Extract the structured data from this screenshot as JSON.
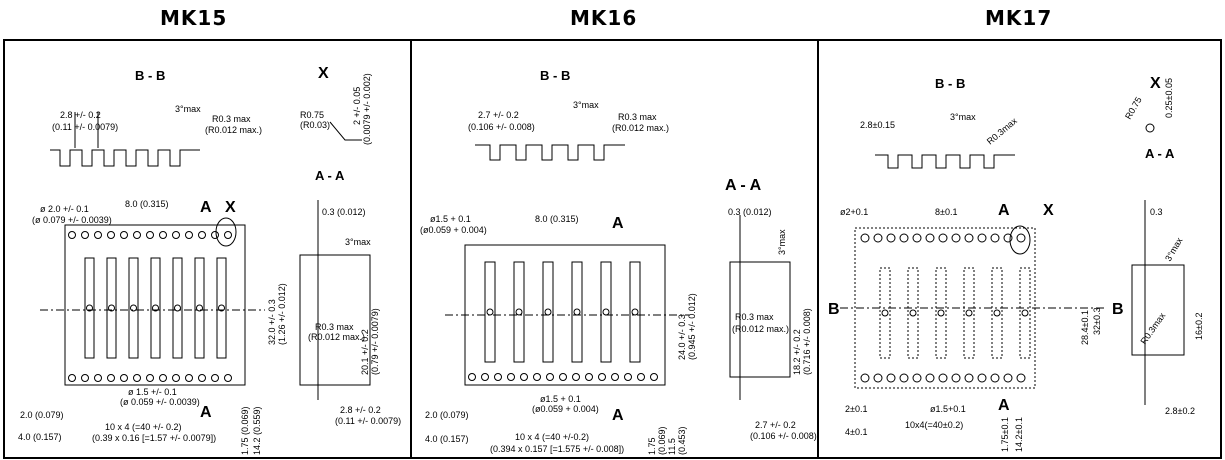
{
  "panels": [
    {
      "title": "MK15",
      "section_bb": "B - B",
      "section_aa": "A - A",
      "detail_x": "X",
      "mark_a": "A",
      "labels": {
        "pitch_small": "2.8 +/- 0.2",
        "pitch_small_in": "(0.11 +/- 0.0079)",
        "angle": "3°max",
        "radius": "R0.3 max",
        "radius_in": "(R0.012 max.)",
        "r075": "R0.75",
        "r075_in": "(R0.03)",
        "x_thk": "2 +/- 0.05",
        "x_thk_in": "(0.0079 +/- 0.002)",
        "hole_d": "ø 2.0 +/- 0.1",
        "hole_d_in": "(ø 0.079 +/- 0.0039)",
        "pitch8": "8.0 (0.315)",
        "thk": "0.3 (0.012)",
        "angle2": "3°max",
        "width": "32.0 +/- 0.3",
        "width_in": "(1.26 +/- 0.012)",
        "inner": "20.1 +/- 0.2",
        "inner_in": "(0.79 +/- 0.0079)",
        "rad2": "R0.3 max",
        "rad2_in": "(R0.012 max.)",
        "hole2": "ø 1.5 +/- 0.1",
        "hole2_in": "(ø 0.059 +/- 0.0039)",
        "edge": "2.0 (0.079)",
        "sprocket": "4.0 (0.157)",
        "cum": "10 x 4 (=40 +/- 0.2)",
        "cum_in": "(0.39 x 0.16 [=1.57 +/- 0.0079])",
        "d175": "1.75 (0.069)",
        "d142": "14.2 (0.559)",
        "depth": "2.8 +/- 0.2",
        "depth_in": "(0.11 +/- 0.0079)"
      }
    },
    {
      "title": "MK16",
      "section_bb": "B - B",
      "section_aa": "A - A",
      "mark_a": "A",
      "labels": {
        "pitch_small": "2.7 +/- 0.2",
        "pitch_small_in": "(0.106 +/- 0.008)",
        "angle": "3°max",
        "radius": "R0.3 max",
        "radius_in": "(R0.012 max.)",
        "hole_d": "ø1.5 + 0.1",
        "hole_d_in": "(ø0.059 + 0.004)",
        "pitch8": "8.0 (0.315)",
        "thk": "0.3 (0.012)",
        "angle2": "3°max",
        "width": "24.0 +/- 0.3",
        "width_in": "(0.945 +/- 0.012)",
        "inner": "18.2 +/- 0.2",
        "inner_in": "(0.716 +/- 0.008)",
        "rad2": "R0.3 max",
        "rad2_in": "(R0.012 max.)",
        "hole2": "ø1.5 + 0.1",
        "hole2_in": "(ø0.059 + 0.004)",
        "edge": "2.0 (0.079)",
        "sprocket": "4.0 (0.157)",
        "cum": "10 x 4 (=40 +/-0.2)",
        "cum_in": "(0.394 x 0.157 [=1.575 +/- 0.008])",
        "d175": "1.75",
        "d175_in": "(0.069)",
        "d115": "11.5",
        "d115_in": "(0.453)",
        "depth": "2.7 +/- 0.2",
        "depth_in": "(0.106 +/- 0.008)"
      }
    },
    {
      "title": "MK17",
      "section_bb": "B - B",
      "section_aa": "A - A",
      "detail_x": "X",
      "mark_a": "A",
      "mark_b": "B",
      "labels": {
        "pitch_small": "2.8±0.15",
        "angle": "3°max",
        "radius": "R0.3max",
        "r075": "R0.75",
        "x_thk": "0.25±0.05",
        "hole_d": "ø2+0.1",
        "pitch8": "8±0.1",
        "thk": "0.3",
        "angle2": "3°max",
        "width": "28.4±0.1",
        "width2": "32±0.3",
        "inner": "16±0.2",
        "rad2": "R0.3max",
        "hole2": "ø1.5+0.1",
        "edge": "2±0.1",
        "sprocket": "4±0.1",
        "cum": "10x4(=40±0.2)",
        "d175": "1.75±0.1",
        "d142": "14.2±0.1",
        "depth": "2.8±0.2"
      }
    }
  ]
}
